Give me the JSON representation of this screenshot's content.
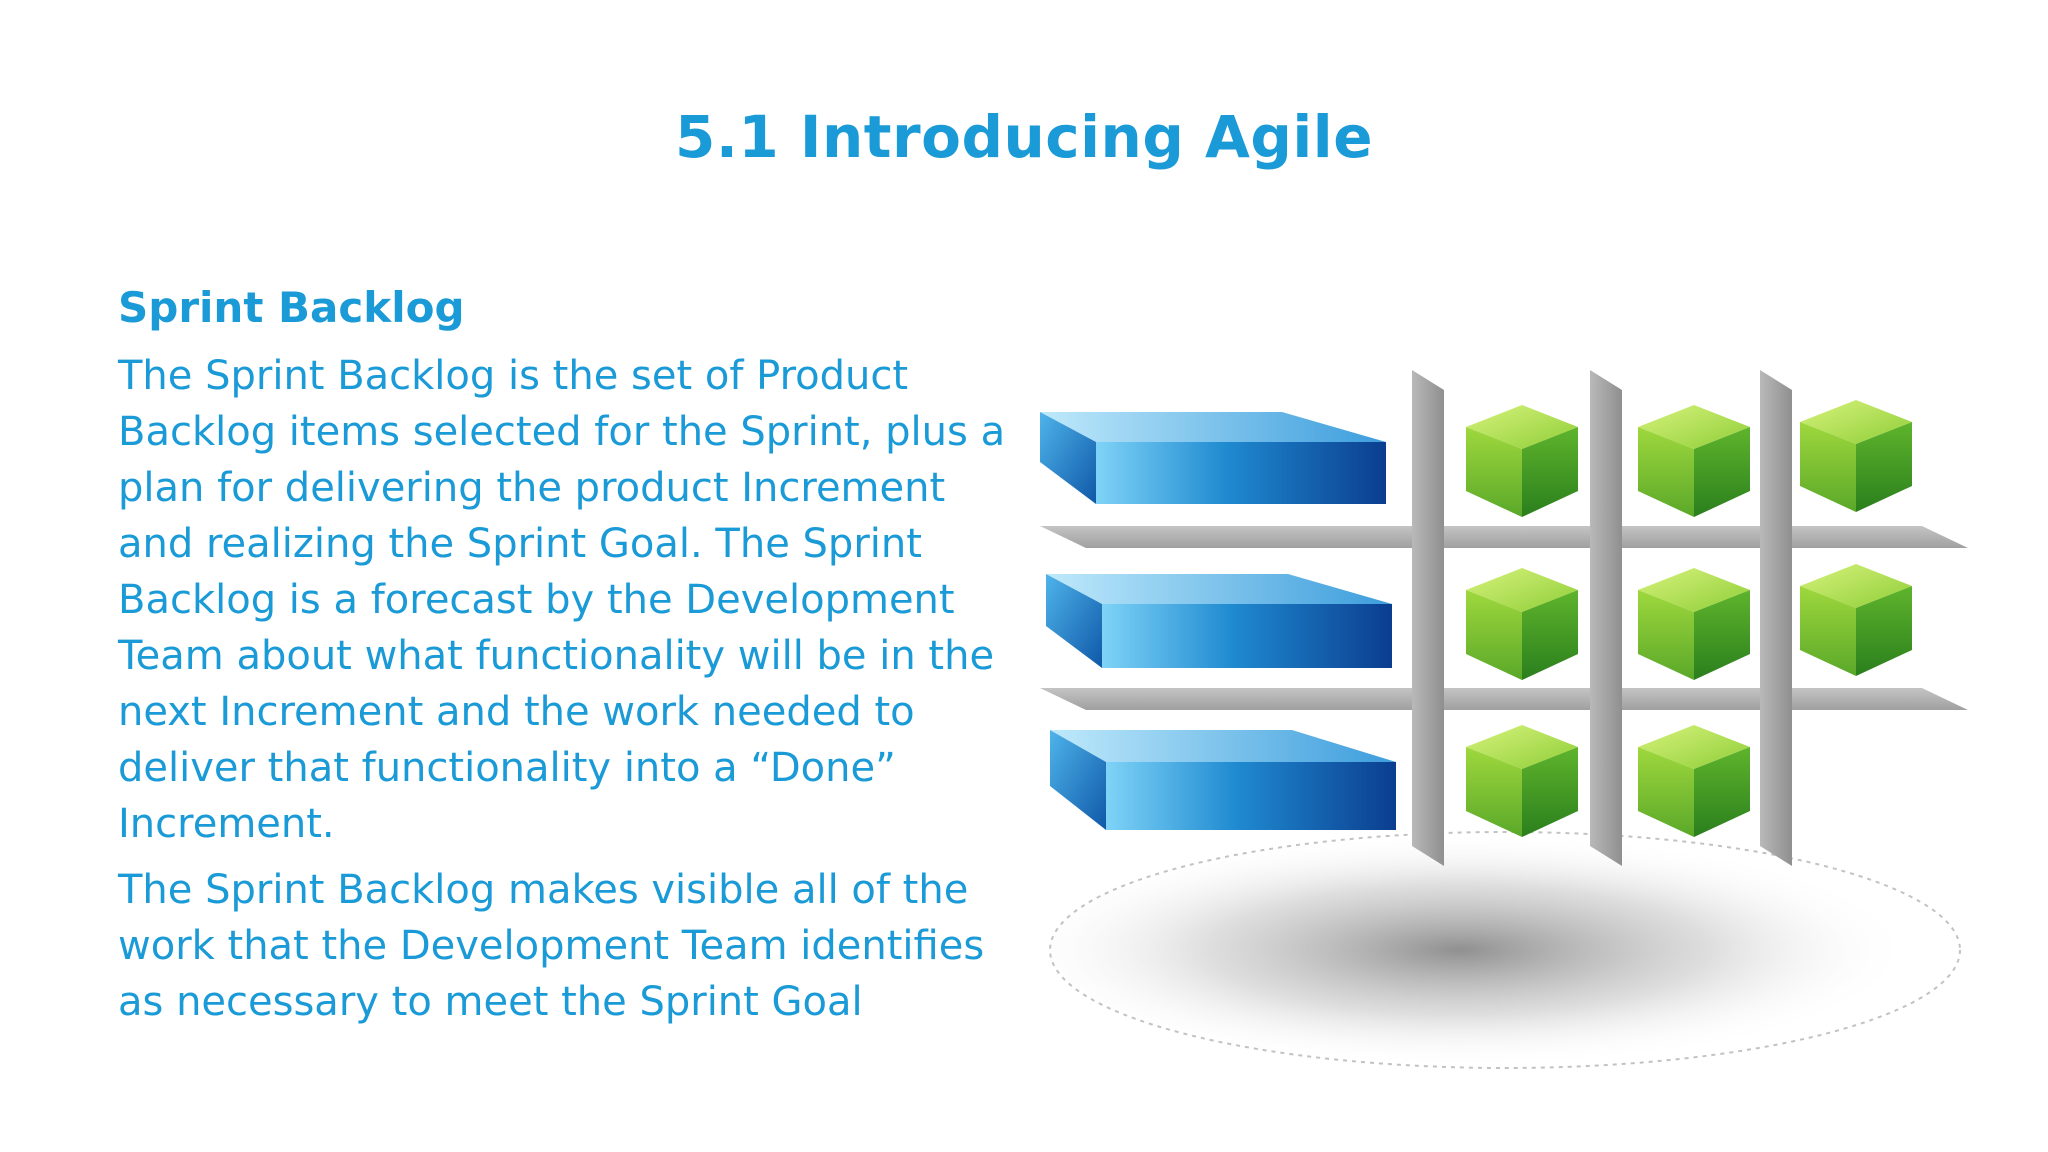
{
  "slide": {
    "title": "5.1 Introducing Agile",
    "heading": "Sprint Backlog",
    "paragraphs": [
      "The Sprint Backlog is the set of Product Backlog items selected for the Sprint, plus a plan for delivering the product Increment and realizing the Sprint Goal. The Sprint Backlog is a forecast by the Development Team about what functionality will be in the next Increment and the work needed to deliver that functionality into a “Done” Increment.",
      "The Sprint Backlog makes visible all of the work that the Development Team identifies as necessary to meet the Sprint Goal"
    ]
  },
  "colors": {
    "text": "#1a9ad6",
    "bar_light": "#5fc2f0",
    "bar_dark": "#0b3d8f",
    "cube_light": "#b6e04a",
    "cube_dark": "#2f8f1f",
    "grid_gray": "#a9a9a9"
  },
  "illustration": {
    "rows": 3,
    "cubes_per_row": [
      3,
      3,
      2
    ],
    "icons": [
      "backlog-bar-icon",
      "task-cube-icon",
      "grid-shelf-icon",
      "shadow-ellipse-icon"
    ]
  }
}
